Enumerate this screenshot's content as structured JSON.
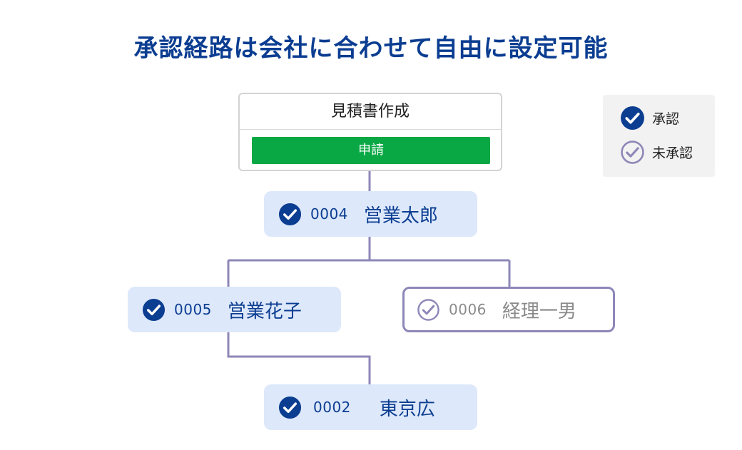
{
  "title": "承認経路は会社に合わせて自由に設定可能",
  "start": {
    "title": "見積書作成",
    "apply_label": "申請"
  },
  "nodes": [
    {
      "code": "0004",
      "name": "営業太郎",
      "status": "approved"
    },
    {
      "code": "0005",
      "name": "営業花子",
      "status": "approved"
    },
    {
      "code": "0006",
      "name": "経理一男",
      "status": "pending"
    },
    {
      "code": "0002",
      "name": "東京広",
      "status": "approved"
    }
  ],
  "legend": {
    "approved_label": "承認",
    "pending_label": "未承認"
  },
  "colors": {
    "title": "#0b3d91",
    "approved_fill": "#0b3d91",
    "node_bg": "#dde8fb",
    "pending_border": "#8d87b8",
    "connector": "#8d87b8",
    "apply_button": "#0aa845"
  },
  "icons": {
    "approved": "check-circle-filled-icon",
    "pending": "check-circle-outline-icon"
  }
}
